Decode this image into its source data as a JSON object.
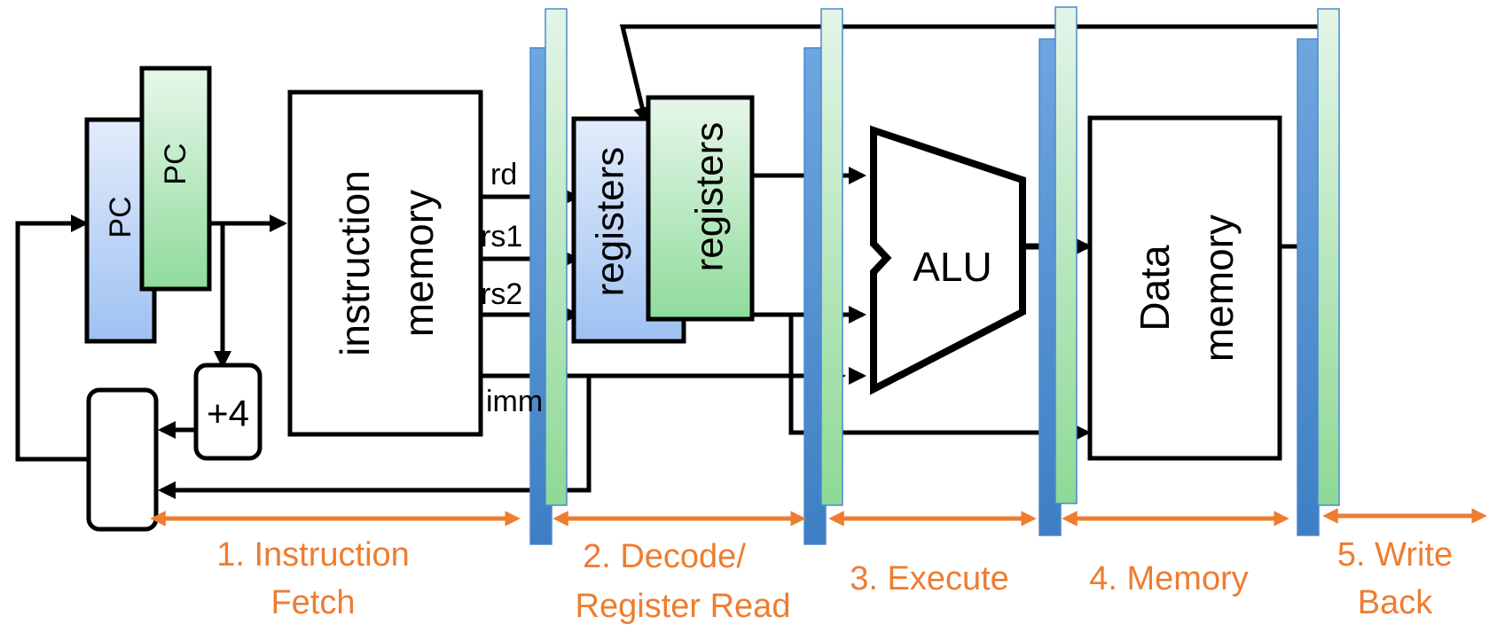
{
  "components": {
    "pc_back": "PC",
    "pc_front": "PC",
    "adder": "+4",
    "instruction_memory": [
      "instruction",
      "memory"
    ],
    "registers_back": "registers",
    "registers_front": "registers",
    "alu": "ALU",
    "data_memory": [
      "Data",
      "memory"
    ]
  },
  "signals": {
    "rd": "rd",
    "rs1": "rs1",
    "rs2": "rs2",
    "imm": "imm"
  },
  "stages": [
    {
      "lines": [
        "1. Instruction",
        "Fetch"
      ]
    },
    {
      "lines": [
        "2. Decode/",
        "Register Read"
      ]
    },
    {
      "lines": [
        "3. Execute"
      ]
    },
    {
      "lines": [
        "4. Memory"
      ]
    },
    {
      "lines": [
        "5. Write",
        "Back"
      ]
    }
  ],
  "colors": {
    "stage_text": "#ED7D31",
    "pipeline_register_blue": "#4A89CF",
    "pipeline_register_green": "#93DD9E",
    "block_blue": "#A9C8F2",
    "block_green": "#93DD9E"
  }
}
